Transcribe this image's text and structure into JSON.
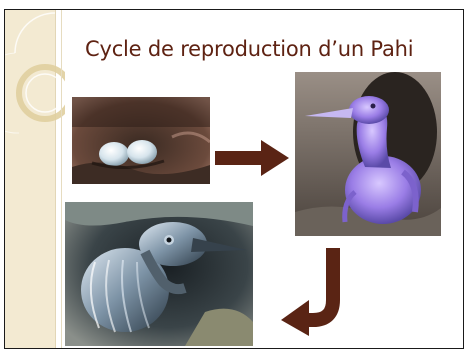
{
  "slide": {
    "title": "Cycle de reproduction d’un Pahi",
    "colors": {
      "sidebar": "#f3ead2",
      "title": "#5e2212",
      "arrow": "#5a2414"
    },
    "photos": [
      {
        "name": "eggs-in-nest",
        "subject": "two pale eggs in a nest"
      },
      {
        "name": "chick-hatchling",
        "subject": "naked purple hatchling"
      },
      {
        "name": "chick-feathered",
        "subject": "feathered chick in burrow"
      }
    ],
    "arrows": [
      "arrow-right",
      "arrow-down-left"
    ]
  }
}
